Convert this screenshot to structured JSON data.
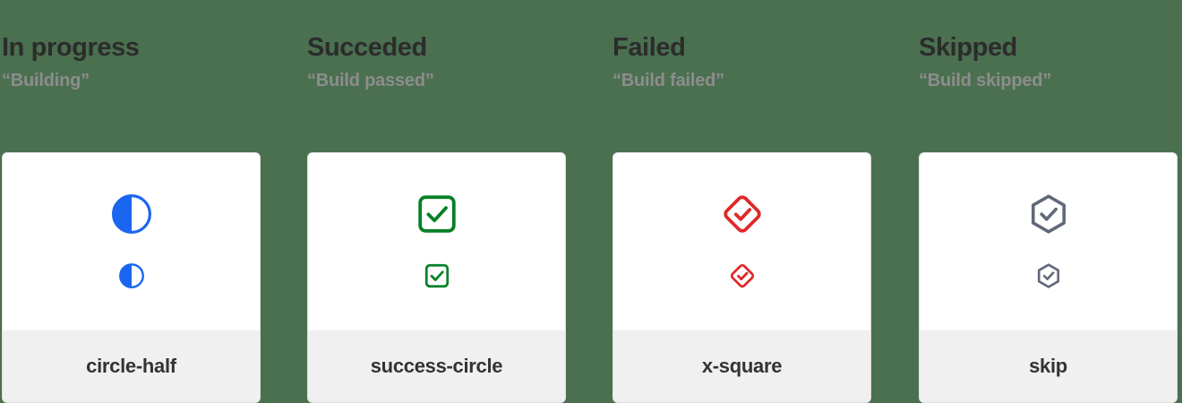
{
  "page": {
    "background_color": "#4a7050",
    "heading_color": "#2c2c2c",
    "subtitle_color": "#8d8d8d",
    "card_background": "#ffffff",
    "card_footer_background": "#f0f0f0",
    "card_border_color": "#e0e0e0"
  },
  "columns": [
    {
      "title": "In progress",
      "subtitle": "“Building”",
      "icon_name": "circle-half-icon",
      "icon_label": "circle-half",
      "icon_color": "#1a66f0"
    },
    {
      "title": "Succeded",
      "subtitle": "“Build passed”",
      "icon_name": "check-square-icon",
      "icon_label": "success-circle",
      "icon_color": "#068026"
    },
    {
      "title": "Failed",
      "subtitle": "“Build failed”",
      "icon_name": "check-diamond-icon",
      "icon_label": "x-square",
      "icon_color": "#e02828"
    },
    {
      "title": "Skipped",
      "subtitle": "“Build skipped”",
      "icon_name": "check-hexagon-icon",
      "icon_label": "skip",
      "icon_color": "#616878"
    }
  ]
}
